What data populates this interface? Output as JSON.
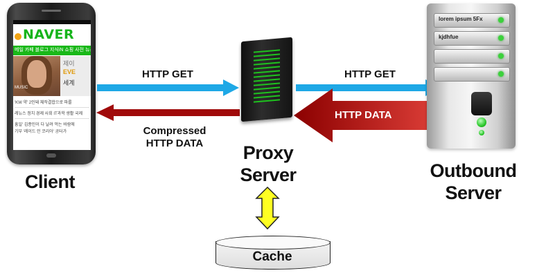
{
  "nodes": {
    "client": "Client",
    "proxy_line1": "Proxy",
    "proxy_line2": "Server",
    "outbound_line1": "Outbound",
    "outbound_line2": "Server",
    "cache": "Cache"
  },
  "edges": {
    "client_to_proxy": "HTTP GET",
    "proxy_to_outbound": "HTTP GET",
    "outbound_to_proxy": "HTTP DATA",
    "proxy_to_client_line1": "Compressed",
    "proxy_to_client_line2": "HTTP DATA"
  },
  "phone_screen": {
    "logo": "NAVER",
    "nav": "메일 카페 블로그 지식iN 쇼핑  사전 뉴스 증권 부동",
    "music": "MUSIC",
    "side1": "제이",
    "side2": "EVE",
    "side3": "세계",
    "line1": "'KW 약' 2인돼 체작결합으로 파를",
    "line2": "레뉴스  정치  경제  사회  IT과학  생활  국제",
    "line3": "흥일' 김종민이 다 날려 먹는 바람에",
    "line4": "기부 '레이드 인 코리아' 공터가"
  },
  "outbound_bays": {
    "bay1": "lorem ipsum 5Fx",
    "bay2": "kjdhfue"
  },
  "colors": {
    "request_arrow": "#1ea8e6",
    "data_arrow_dark": "#8b0000",
    "data_arrow_light": "#e0413a",
    "cache_arrow_fill": "#ffff22",
    "led_green": "#1ec41e"
  }
}
